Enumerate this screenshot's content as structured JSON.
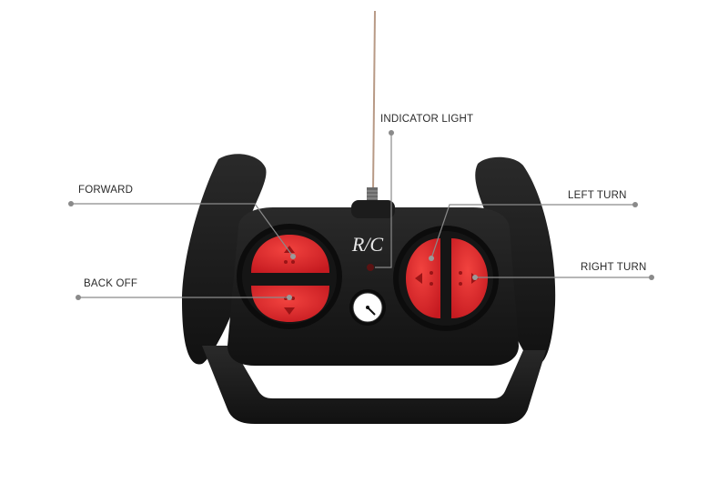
{
  "product": {
    "brand_mark": "R/C"
  },
  "callouts": {
    "indicator_light": "INDICATOR LIGHT",
    "forward": "FORWARD",
    "back_off": "BACK OFF",
    "left_turn": "LEFT TURN",
    "right_turn": "RIGHT TURN"
  },
  "colors": {
    "body": "#1b1b1b",
    "button_red": "#e0262a",
    "callout_line": "#8a8a8a",
    "antenna": "#b89a86"
  }
}
